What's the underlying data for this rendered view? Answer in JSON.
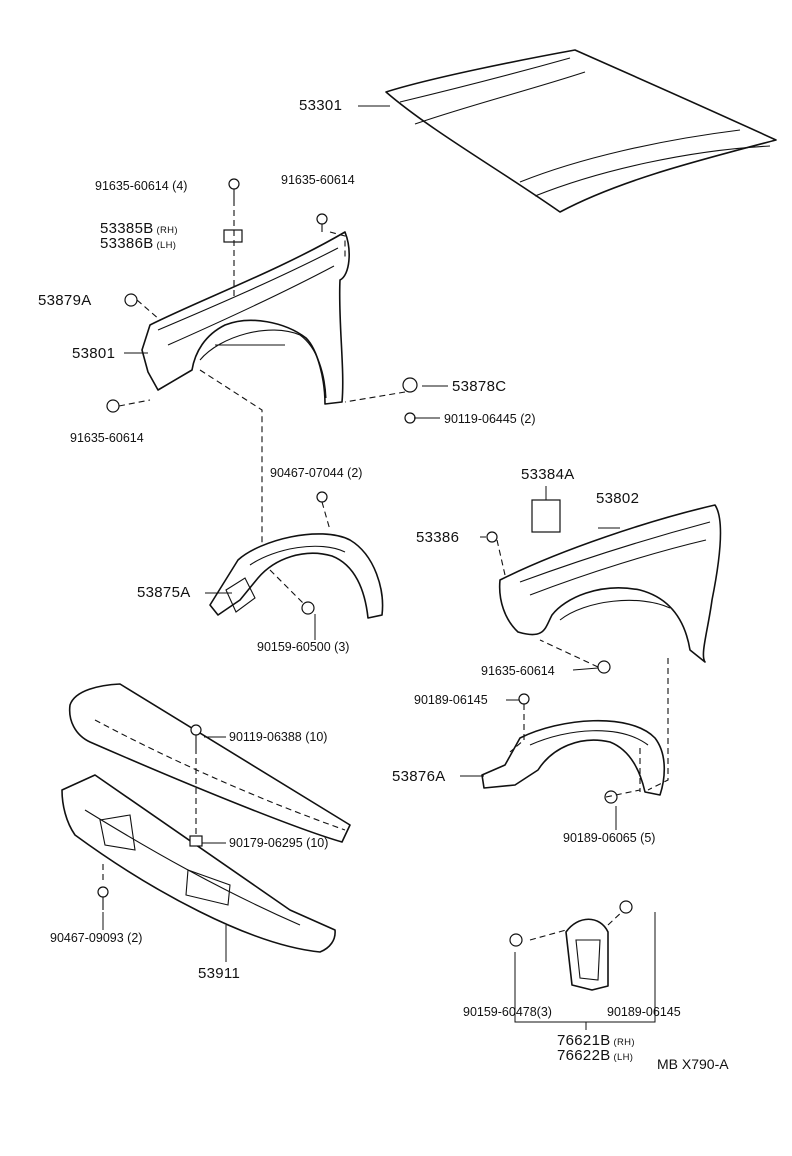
{
  "labels": {
    "p53301": "53301",
    "p91635_a": "91635-60614 (4)",
    "p91635_b": "91635-60614",
    "p53385b": "53385B",
    "p53385b_side": "(RH)",
    "p53386b": "53386B",
    "p53386b_side": "(LH)",
    "p53879a": "53879A",
    "p53801": "53801",
    "p53878c": "53878C",
    "p91635_c": "91635-60614",
    "p90119_a": "90119-06445 (2)",
    "p90467_a": "90467-07044 (2)",
    "p53384a": "53384A",
    "p53802": "53802",
    "p53386": "53386",
    "p53875a": "53875A",
    "p90159_a": "90159-60500 (3)",
    "p91635_d": "91635-60614",
    "p90189_a": "90189-06145",
    "p90119_b": "90119-06388 (10)",
    "p53876a": "53876A",
    "p90179": "90179-06295 (10)",
    "p90189_b": "90189-06065 (5)",
    "p90467_b": "90467-09093 (2)",
    "p53911": "53911",
    "p90159_b": "90159-60478(3)",
    "p90189_c": "90189-06145",
    "p76621b": "76621B",
    "p76621b_side": "(RH)",
    "p76622b": "76622B",
    "p76622b_side": "(LH)",
    "catalog_ref": "MB X790-A"
  }
}
